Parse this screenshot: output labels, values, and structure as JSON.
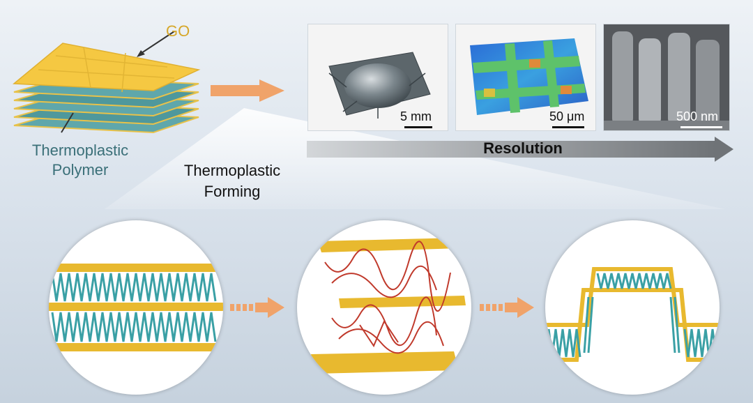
{
  "labels": {
    "go": "GO",
    "thermoplastic_polymer_line1": "Thermoplastic",
    "thermoplastic_polymer_line2": "Polymer",
    "forming_line1": "Thermoplastic",
    "forming_line2": "Forming",
    "resolution": "Resolution"
  },
  "panels": [
    {
      "scale": "5 mm"
    },
    {
      "scale": "50 μm"
    },
    {
      "scale": "500 nm"
    }
  ],
  "colors": {
    "go_yellow": "#f5c842",
    "polymer_teal": "#4aa3a8",
    "arrow_orange": "#f0a36a",
    "chain_red": "#c0392b",
    "gray_arrow": "#8c8f93"
  }
}
